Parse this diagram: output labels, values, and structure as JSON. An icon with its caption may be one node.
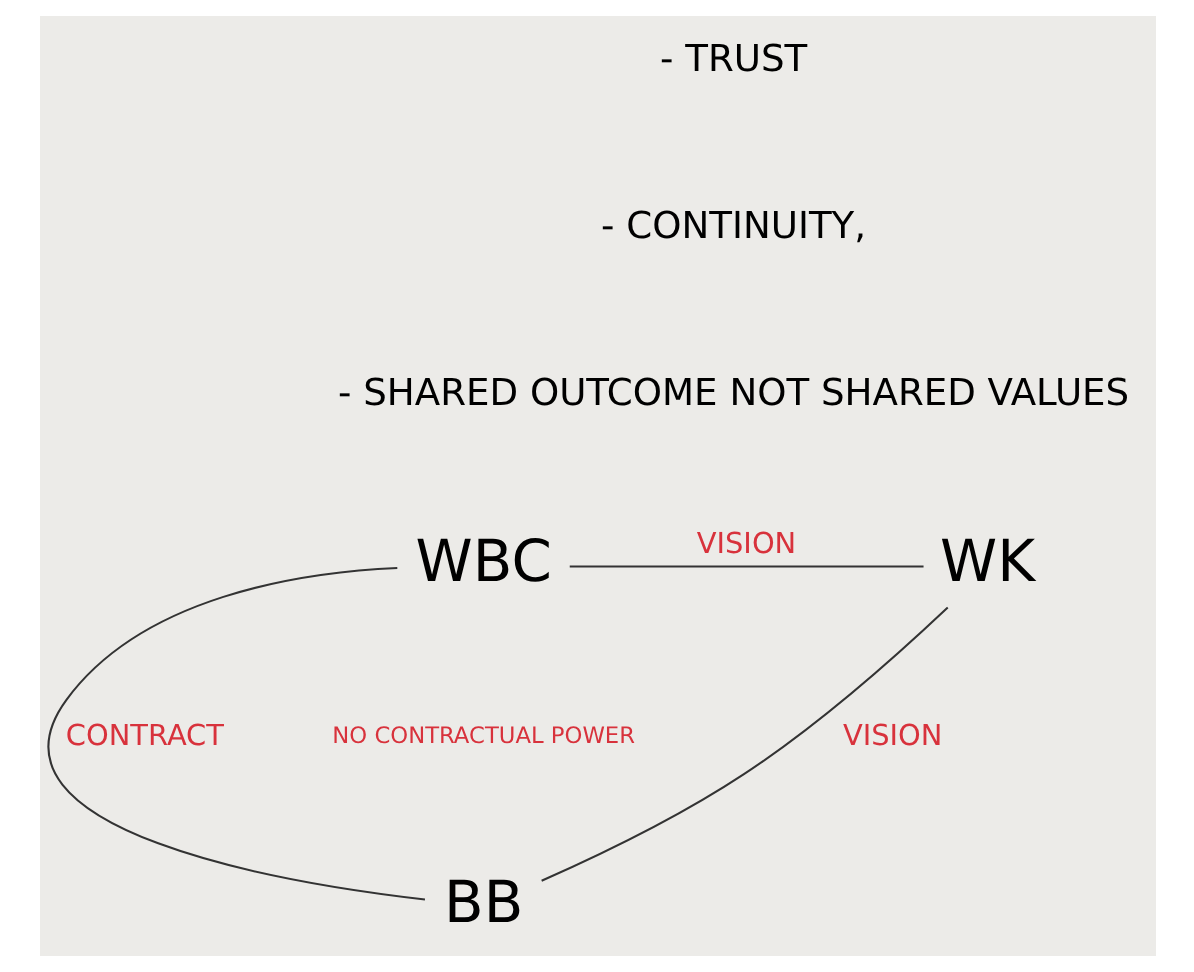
{
  "diagram": {
    "nodes": [
      {
        "text": [
          "WBC"
        ]
      },
      {
        "text": [
          "WK"
        ]
      },
      {
        "text": [
          "BB"
        ]
      }
    ],
    "edges": [
      {
        "from": 0,
        "to": 1,
        "arrow": "none",
        "label": "VISION"
      },
      {
        "from": 0,
        "to": 2,
        "arrow": "none",
        "label": "CONTRACT"
      },
      {
        "from": 1,
        "to": 2,
        "arrow": "none",
        "label": "VISION"
      }
    ],
    "labels": [
      "- TRUST",
      "- CONTINUITY,",
      "- SHARED OUTCOME NOT SHARED VALUES",
      "NO CONTRACTUAL POWER"
    ]
  }
}
